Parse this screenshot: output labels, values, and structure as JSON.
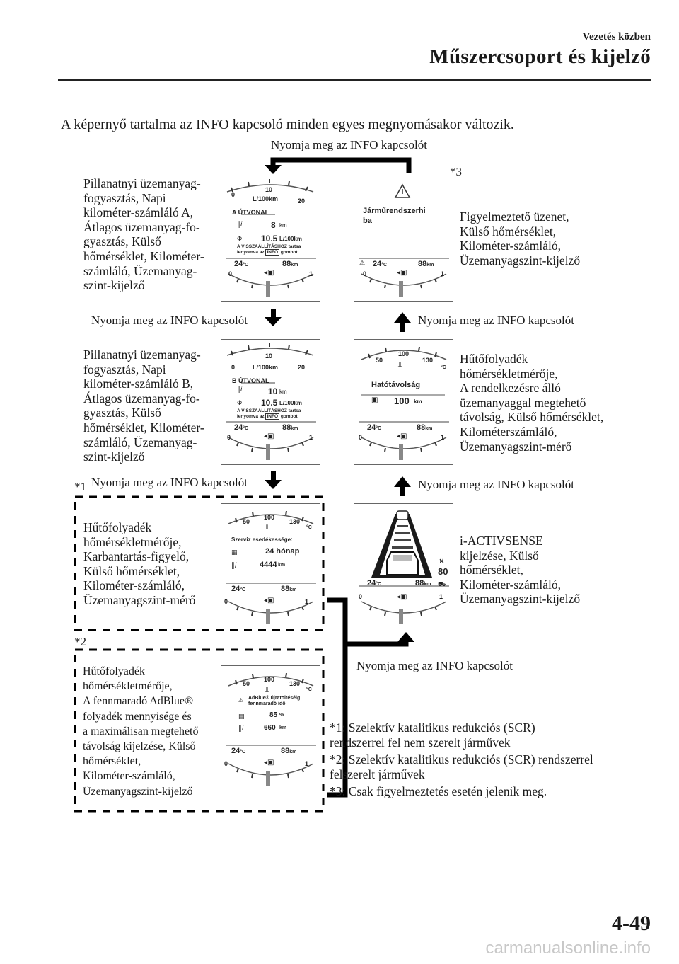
{
  "header": {
    "section": "Vezetés közben",
    "title": "Műszercsoport és kijelző"
  },
  "intro": "A képernyő tartalma az INFO kapcsoló minden egyes megnyomásakor változik.",
  "press_info": "Nyomja meg az INFO kapcsolót",
  "markers": {
    "m1": "*1",
    "m2": "*2",
    "m3": "*3"
  },
  "descriptions": {
    "panel_a": "Pillanatnyi üzemanyag-\nfogyasztás, Napi\nkilométer-számláló A,\nÁtlagos üzemanyag-fo-\ngyasztás, Külső\nhőmérséklet, Kilométer-\nszámláló, Üzemanyag-\nszint-kijelző",
    "panel_b": "Pillanatnyi üzemanyag-\nfogyasztás, Napi\nkilométer-számláló B,\nÁtlagos üzemanyag-fo-\ngyasztás, Külső\nhőmérséklet, Kilométer-\nszámláló, Üzemanyag-\nszint-kijelző",
    "panel_maint": "Hűtőfolyadék\nhőmérsékletmérője,\nKarbantartás-figyelő,\nKülső hőmérséklet,\nKilométer-számláló,\nÜzemanyagszint-mérő",
    "panel_adblue": "Hűtőfolyadék\nhőmérsékletmérője,\nA fennmaradó AdBlue®\nfolyadék mennyisége és\na maximálisan megtehető\ntávolság kijelzése, Külső\nhőmérséklet,\nKilométer-számláló,\nÜzemanyagszint-kijelző",
    "panel_warn": "Figyelmeztető üzenet,\nKülső hőmérséklet,\nKilométer-számláló,\nÜzemanyagszint-kijelző",
    "panel_range": "Hűtőfolyadék\nhőmérsékletmérője,\nA rendelkezésre álló\nüzemanyaggal megtehető\ntávolság, Külső hőmérséklet,\nKilométerszámláló,\nÜzemanyagszint-mérő",
    "panel_iactiv": "i-ACTIVSENSE\nkijelzése, Külső\nhőmérséklet,\nKilométer-számláló,\nÜzemanyagszint-kijelző"
  },
  "gauges": {
    "fuel_scale": {
      "min": "0",
      "mid": "10",
      "max": "20",
      "unit": "L/100km"
    },
    "temp_scale": {
      "a": "50",
      "b": "100",
      "c": "130",
      "unit": "°C"
    },
    "temp": "24",
    "temp_unit": "°C",
    "odo": "88",
    "odo_unit": "km",
    "fuel_low": "0",
    "fuel_high": "1",
    "trip_a": {
      "title": "A ÚTVONAL",
      "dist": "8",
      "dist_unit": "km",
      "avg": "10.5",
      "avg_unit": "L/100km"
    },
    "trip_b": {
      "title": "B ÚTVONAL",
      "dist": "10",
      "dist_unit": "km",
      "avg": "10.5",
      "avg_unit": "L/100km"
    },
    "reset_1": "A VISSZAÁLLÍTÁSHOZ tartsa",
    "reset_2a": "lenyomva az",
    "reset_info": "INFO",
    "reset_2b": "gombot.",
    "warning_msg": "Járműrendszerhi\nba",
    "range_title": "Hatótávolság",
    "range_val": "100",
    "range_unit": "km",
    "service_title": "Szerviz esedékessége:",
    "service_time": "24 hónap",
    "service_km": "4444",
    "service_km_unit": "km",
    "adblue_title": "AdBlue® újratöltéséig",
    "adblue_sub": "fennmaradó idő",
    "adblue_pct": "85",
    "adblue_pct_unit": "%",
    "adblue_km": "660",
    "adblue_km_unit": "km",
    "iactiv_val": "80"
  },
  "footnotes": [
    "*1: Szelektív katalitikus redukciós (SCR)\n       rendszerrel fel nem szerelt járművek",
    "*2: Szelektív katalitikus redukciós (SCR) rendszerrel\n       felszerelt járművek",
    "*3: Csak figyelmeztetés esetén jelenik meg."
  ],
  "page_number": "4-49",
  "watermark": "carmanualsonline.info"
}
